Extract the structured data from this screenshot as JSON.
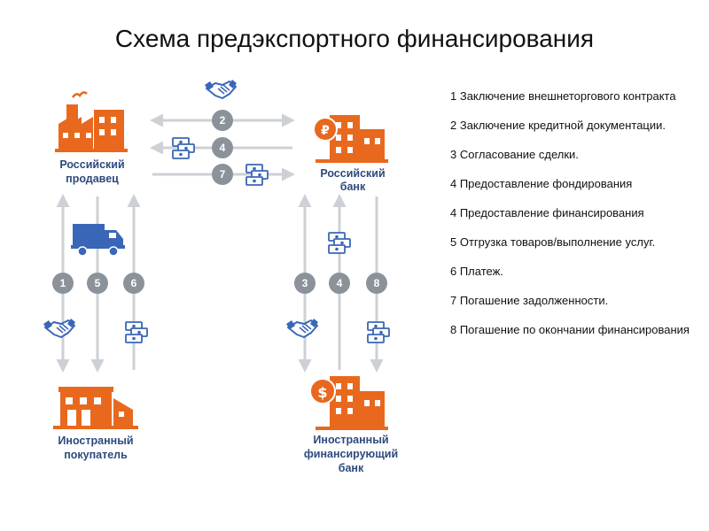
{
  "title": "Схема предэкспортного финансирования",
  "entities": {
    "russian_seller": [
      "Российский",
      "продавец"
    ],
    "russian_bank": [
      "Российский",
      "банк"
    ],
    "foreign_buyer": [
      "Иностранный",
      "покупатель"
    ],
    "foreign_bank": [
      "Иностранный",
      "финансирующий",
      "банк"
    ]
  },
  "bank_symbols": {
    "ruble": "₽",
    "dollar": "$"
  },
  "steps": {
    "top": [
      "2",
      "4",
      "7"
    ],
    "left": [
      "1",
      "5",
      "6"
    ],
    "right": [
      "3",
      "4",
      "8"
    ]
  },
  "legend": [
    "1 Заключение внешнеторгового контракта",
    "2  Заключение кредитной документации.",
    "3 Согласование сделки.",
    "4 Предоставление фондирования",
    "4 Предоставление финансирования",
    "5 Отгрузка товаров/выполнение услуг.",
    "6 Платеж.",
    "7 Погашение задолженности.",
    "8 Погашение по окончании финансирования"
  ],
  "colors": {
    "orange": "#e8691e",
    "navy": "#2e4a7d",
    "arrow": "#cdd1d6",
    "badge": "#8c929a",
    "blue": "#3a66b8"
  }
}
